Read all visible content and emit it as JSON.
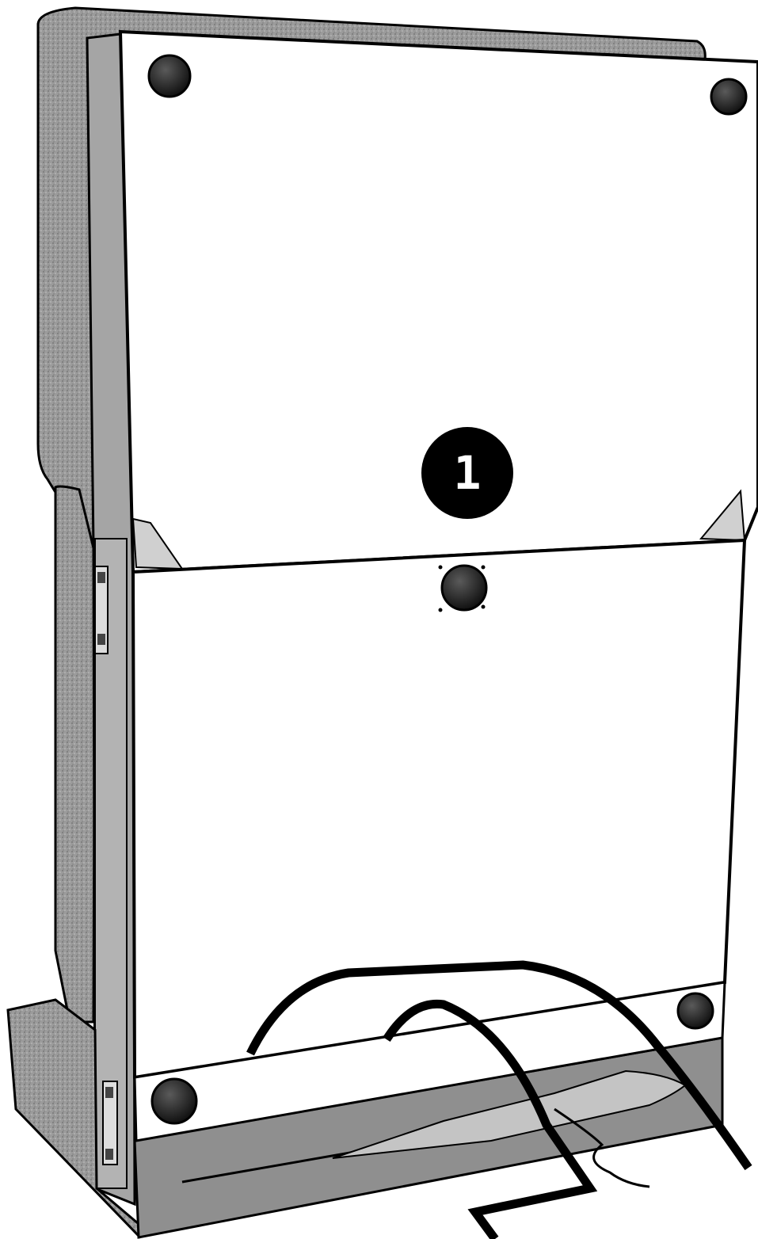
{
  "diagram": {
    "step_badge": "1",
    "colors": {
      "upholstery": "#8a8a8a",
      "upholstery_light": "#b9b9b9",
      "panel": "#ffffff",
      "frame_gray": "#9a9a9a",
      "base_gray": "#8f8f8f",
      "outline": "#000000",
      "foot": "#1a1a1a"
    },
    "icons": {
      "foot": "round-glide-foot",
      "hinge": "metal-hinge",
      "cable": "power-cable"
    }
  }
}
